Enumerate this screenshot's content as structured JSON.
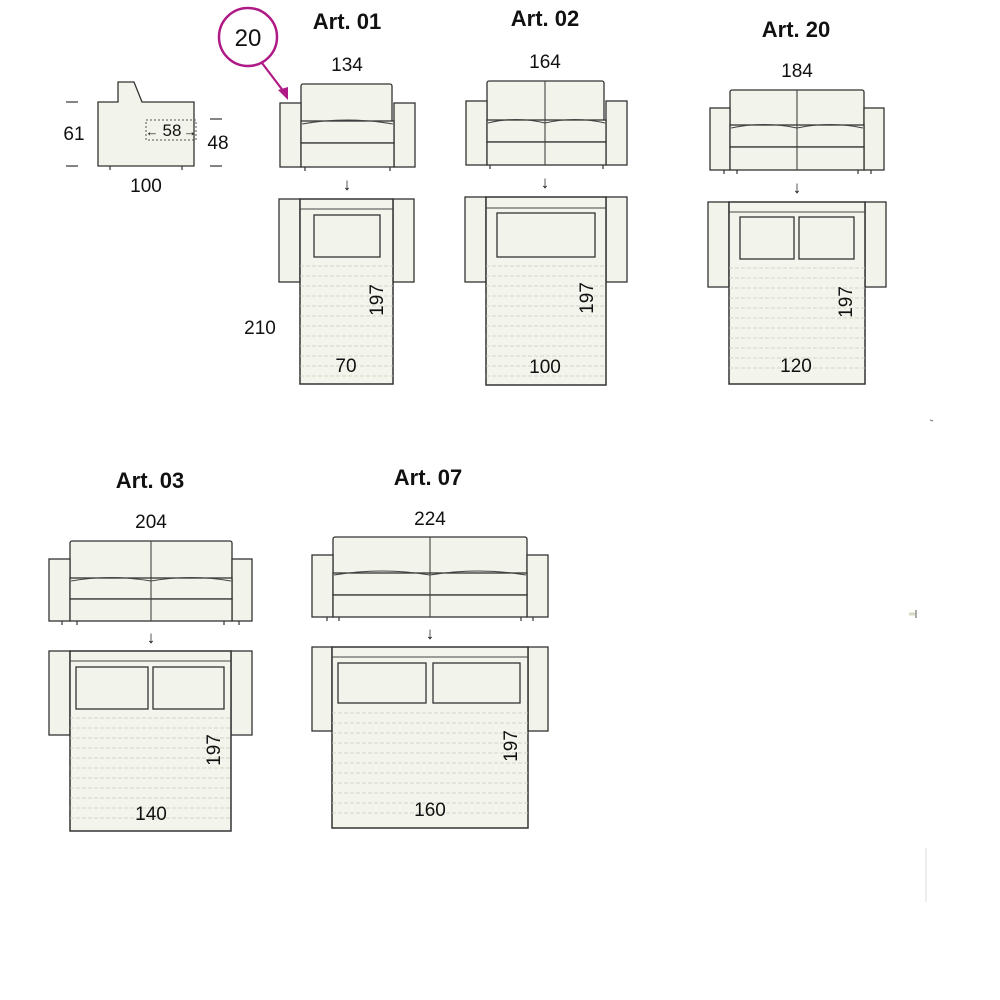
{
  "side_view": {
    "height": "61",
    "inner_depth": "58",
    "seat_height": "48",
    "depth": "100"
  },
  "callout": {
    "number": "20",
    "color": "#b01a86"
  },
  "models": [
    {
      "title": "Art. 01",
      "width": "134",
      "length": "197",
      "mattress": "70",
      "bed_length": "210"
    },
    {
      "title": "Art. 02",
      "width": "164",
      "length": "197",
      "mattress": "100"
    },
    {
      "title": "Art. 20",
      "width": "184",
      "length": "197",
      "mattress": "120"
    },
    {
      "title": "Art. 03",
      "width": "204",
      "length": "197",
      "mattress": "140"
    },
    {
      "title": "Art. 07",
      "width": "224",
      "length": "197",
      "mattress": "160"
    }
  ],
  "arrow_glyph": "↓"
}
